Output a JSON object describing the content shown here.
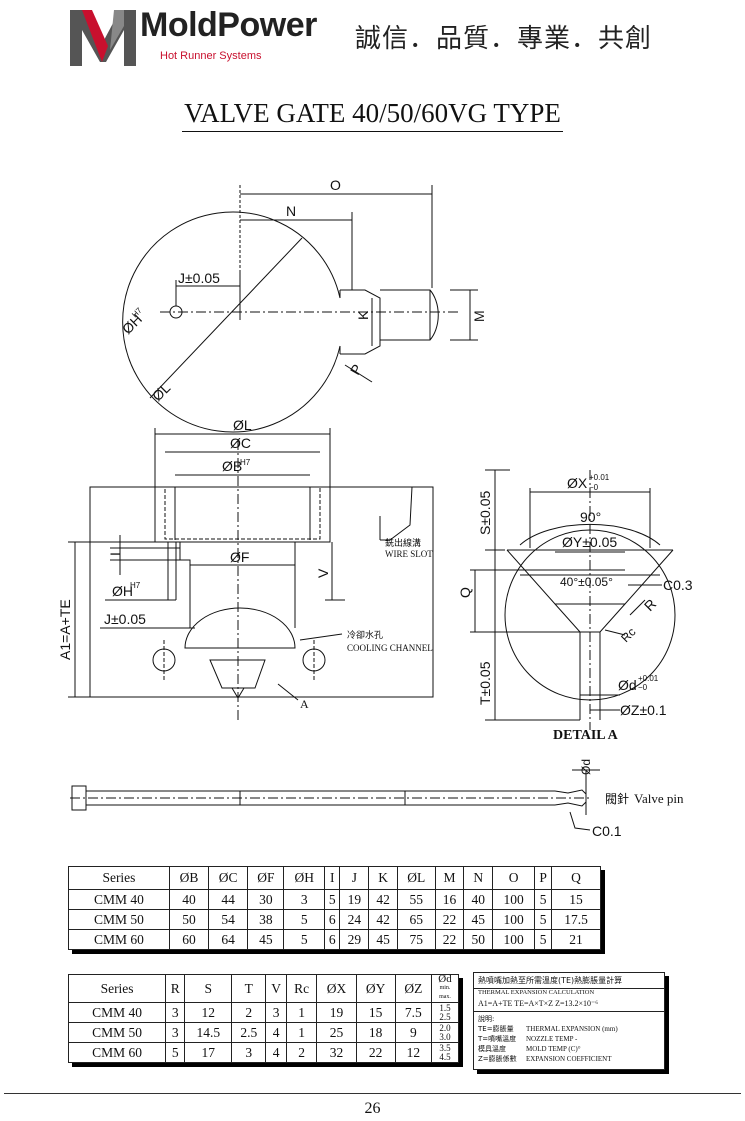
{
  "header": {
    "brand": "MoldPower",
    "brand_sub": "Hot Runner Systems",
    "slogan": "誠信．品質．專業．共創"
  },
  "title": "VALVE GATE 40/50/60VG TYPE",
  "drawing_labels": {
    "O": "O",
    "N": "N",
    "J": "J±0.05",
    "H": "ØH",
    "H_tol": "H7",
    "L": "ØL",
    "K": "K",
    "M": "M",
    "P": "P",
    "L2": "ØL",
    "C": "ØC",
    "B": "ØB",
    "B_tol": "H7",
    "F": "ØF",
    "I": "I",
    "H2": "ØH",
    "H2_tol": "H7",
    "J2": "J±0.05",
    "V": "V",
    "A1": "A1=A+TE",
    "A": "A",
    "wire_slot_cn": "銑出線溝",
    "wire_slot_en": "WIRE SLOT",
    "cooling_cn": "冷卻水孔",
    "cooling_en": "COOLING CHANNEL",
    "S": "S±0.05",
    "X": "ØX",
    "X_tol_up": "+0.01",
    "X_tol_dn": "−0",
    "angle90": "90°",
    "Y": "ØY±0.05",
    "angle40": "40°±0.05°",
    "C03": "C0.3",
    "R": "R",
    "Rc": "Rc",
    "Q": "Q",
    "T": "T±0.05",
    "d": "Ød",
    "d_tol_up": "+0.01",
    "d_tol_dn": "−0",
    "Z": "ØZ±0.1",
    "detail": "DETAIL A",
    "pin_d": "Ød",
    "pin_cn": "閥針",
    "pin_en": "Valve pin",
    "C01": "C0.1"
  },
  "table1": {
    "headers": [
      "Series",
      "ØB",
      "ØC",
      "ØF",
      "ØH",
      "I",
      "J",
      "K",
      "ØL",
      "M",
      "N",
      "O",
      "P",
      "Q"
    ],
    "rows": [
      [
        "CMM 40",
        "40",
        "44",
        "30",
        "3",
        "5",
        "19",
        "42",
        "55",
        "16",
        "40",
        "100",
        "5",
        "15"
      ],
      [
        "CMM 50",
        "50",
        "54",
        "38",
        "5",
        "6",
        "24",
        "42",
        "65",
        "22",
        "45",
        "100",
        "5",
        "17.5"
      ],
      [
        "CMM 60",
        "60",
        "64",
        "45",
        "5",
        "6",
        "29",
        "45",
        "75",
        "22",
        "50",
        "100",
        "5",
        "21"
      ]
    ]
  },
  "table2": {
    "headers": [
      "Series",
      "R",
      "S",
      "T",
      "V",
      "Rc",
      "ØX",
      "ØY",
      "ØZ"
    ],
    "d_header": "Ød",
    "d_sub": "min. max.",
    "rows": [
      {
        "cells": [
          "CMM 40",
          "3",
          "12",
          "2",
          "3",
          "1",
          "19",
          "15",
          "7.5"
        ],
        "d_min": "1.5",
        "d_max": "2.5"
      },
      {
        "cells": [
          "CMM 50",
          "3",
          "14.5",
          "2.5",
          "4",
          "1",
          "25",
          "18",
          "9"
        ],
        "d_min": "2.0",
        "d_max": "3.0"
      },
      {
        "cells": [
          "CMM 60",
          "5",
          "17",
          "3",
          "4",
          "2",
          "32",
          "22",
          "12"
        ],
        "d_min": "3.5",
        "d_max": "4.5"
      }
    ]
  },
  "te_box": {
    "title_cn": "熱噴嘴加熱至所需溫度(TE)熱膨脹量計算",
    "title_en": "THERMAL  EXPANSION  CALCULATION",
    "formula": "A1=A+TE    TE=A×T×Z    Z=13.2×10⁻⁶",
    "note_label": "說明:",
    "notes": [
      {
        "cn": "TE=膨脹量",
        "en": "THERMAL EXPANSION (mm)"
      },
      {
        "cn": "T=噴嘴溫度",
        "en": "NOZZLE TEMP -"
      },
      {
        "cn": "模具溫度",
        "en": "MOLD TEMP (C)°"
      },
      {
        "cn": "Z=膨脹係數",
        "en": "EXPANSION COEFFICIENT"
      }
    ]
  },
  "page_number": "26",
  "colors": {
    "brand_red": "#c8102e",
    "line": "#111111"
  }
}
